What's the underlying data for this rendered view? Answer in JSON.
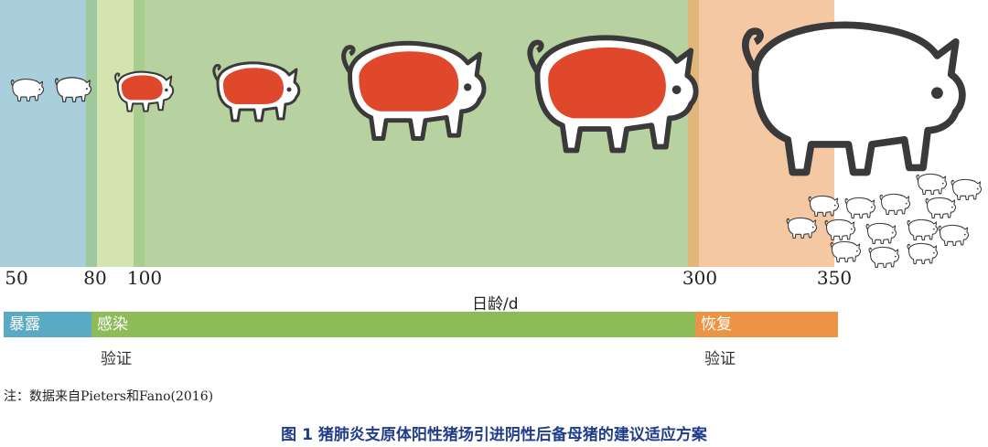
{
  "ticks": [
    "50",
    "80",
    "100",
    "300",
    "350"
  ],
  "axis_label": "日龄/d",
  "phases": {
    "exposure": "暴露",
    "infection": "感染",
    "recovery": "恢复"
  },
  "verify": {
    "first": "验证",
    "second": "验证"
  },
  "note": "注：数据来自Pieters和Fano(2016)",
  "caption": "图 1  猪肺炎支原体阳性猪场引进阴性后备母猪的建议适应方案",
  "colors": {
    "exposure_band": "#a9cfdc",
    "infection_band_light": "#d3e4b1",
    "infection_band": "#b7d1a0",
    "recovery_band": "#f4c7a0",
    "exposure_bar": "#5aaac6",
    "infection_bar": "#8cbb57",
    "recovery_bar": "#ec9446",
    "lung_red": "#e0482b"
  }
}
